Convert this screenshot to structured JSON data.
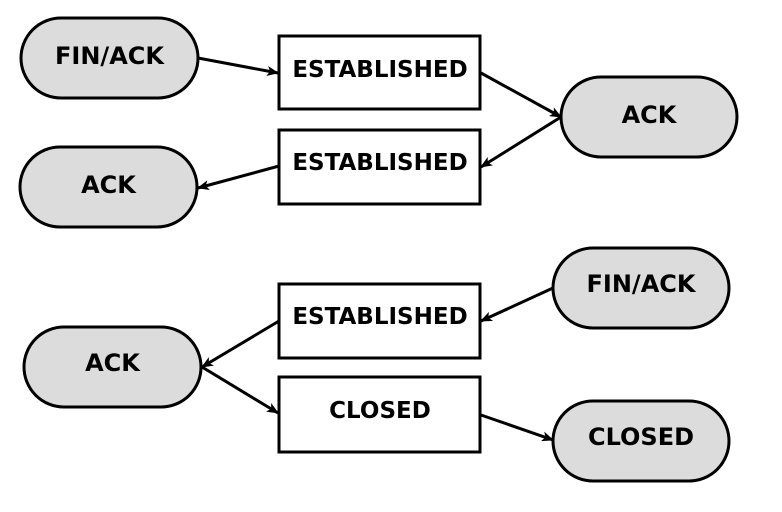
{
  "diagram": {
    "nodes": [
      {
        "id": "n1",
        "label": "FIN/ACK",
        "shape": "pill"
      },
      {
        "id": "n2",
        "label": "ESTABLISHED",
        "shape": "box"
      },
      {
        "id": "n3",
        "label": "ACK",
        "shape": "pill"
      },
      {
        "id": "n4",
        "label": "ESTABLISHED",
        "shape": "box"
      },
      {
        "id": "n5",
        "label": "ACK",
        "shape": "pill"
      },
      {
        "id": "n6",
        "label": "FIN/ACK",
        "shape": "pill"
      },
      {
        "id": "n7",
        "label": "ESTABLISHED",
        "shape": "box"
      },
      {
        "id": "n8",
        "label": "ACK",
        "shape": "pill"
      },
      {
        "id": "n9",
        "label": "CLOSED",
        "shape": "box"
      },
      {
        "id": "n10",
        "label": "CLOSED",
        "shape": "pill"
      }
    ],
    "edges": [
      {
        "from": "n1",
        "to": "n2"
      },
      {
        "from": "n2",
        "to": "n3"
      },
      {
        "from": "n3",
        "to": "n4"
      },
      {
        "from": "n4",
        "to": "n5"
      },
      {
        "from": "n6",
        "to": "n7"
      },
      {
        "from": "n7",
        "to": "n8"
      },
      {
        "from": "n8",
        "to": "n9"
      },
      {
        "from": "n9",
        "to": "n10"
      }
    ],
    "colors": {
      "pill_fill": "#dcdcdc",
      "box_fill": "#ffffff",
      "stroke": "#000000"
    }
  }
}
